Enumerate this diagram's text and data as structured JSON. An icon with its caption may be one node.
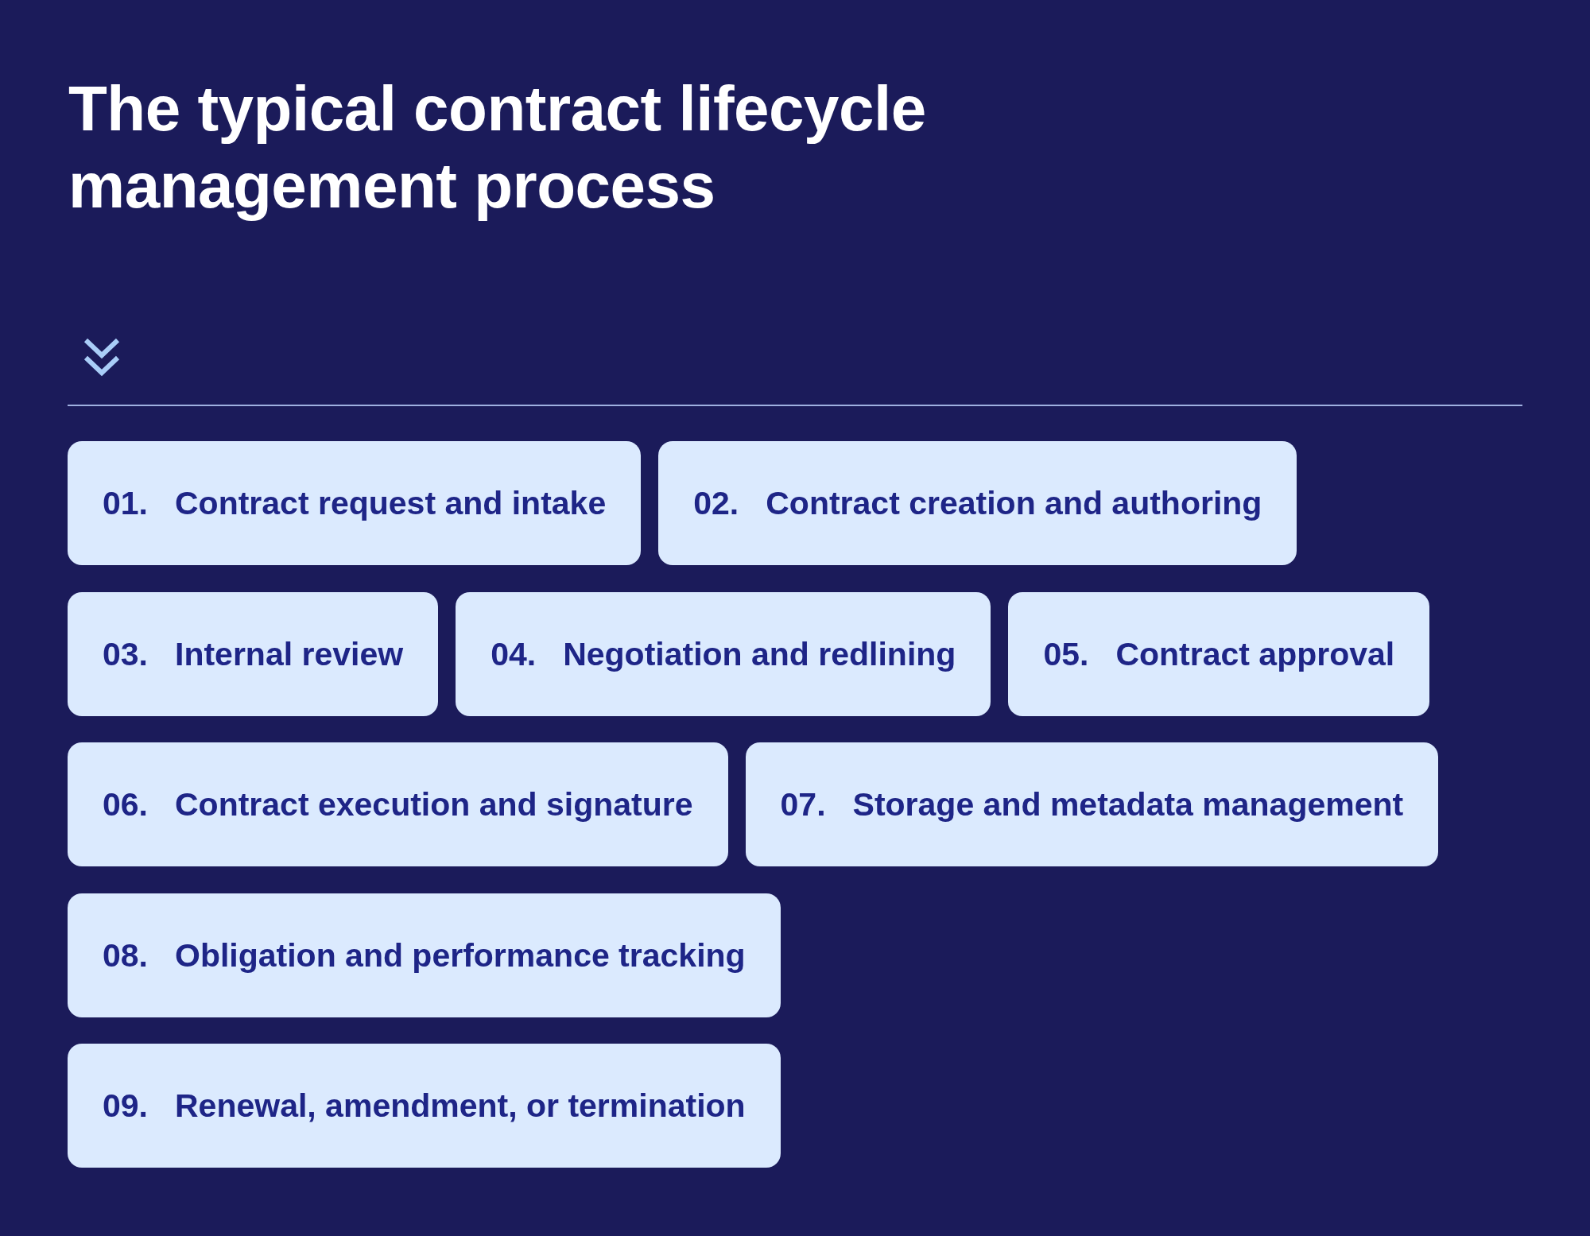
{
  "diagram": {
    "title": "The typical contract lifecycle management process",
    "nodes": [
      {
        "text": [
          "01.",
          "Contract request and intake"
        ]
      },
      {
        "text": [
          "02.",
          "Contract creation and authoring"
        ]
      },
      {
        "text": [
          "03.",
          "Internal review"
        ]
      },
      {
        "text": [
          "04.",
          "Negotiation and redlining"
        ]
      },
      {
        "text": [
          "05.",
          "Contract approval"
        ]
      },
      {
        "text": [
          "06.",
          "Contract execution and signature"
        ]
      },
      {
        "text": [
          "07.",
          "Storage and metadata management"
        ]
      },
      {
        "text": [
          "08.",
          "Obligation and performance tracking"
        ]
      },
      {
        "text": [
          "09.",
          "Renewal, amendment, or termination"
        ]
      }
    ]
  }
}
